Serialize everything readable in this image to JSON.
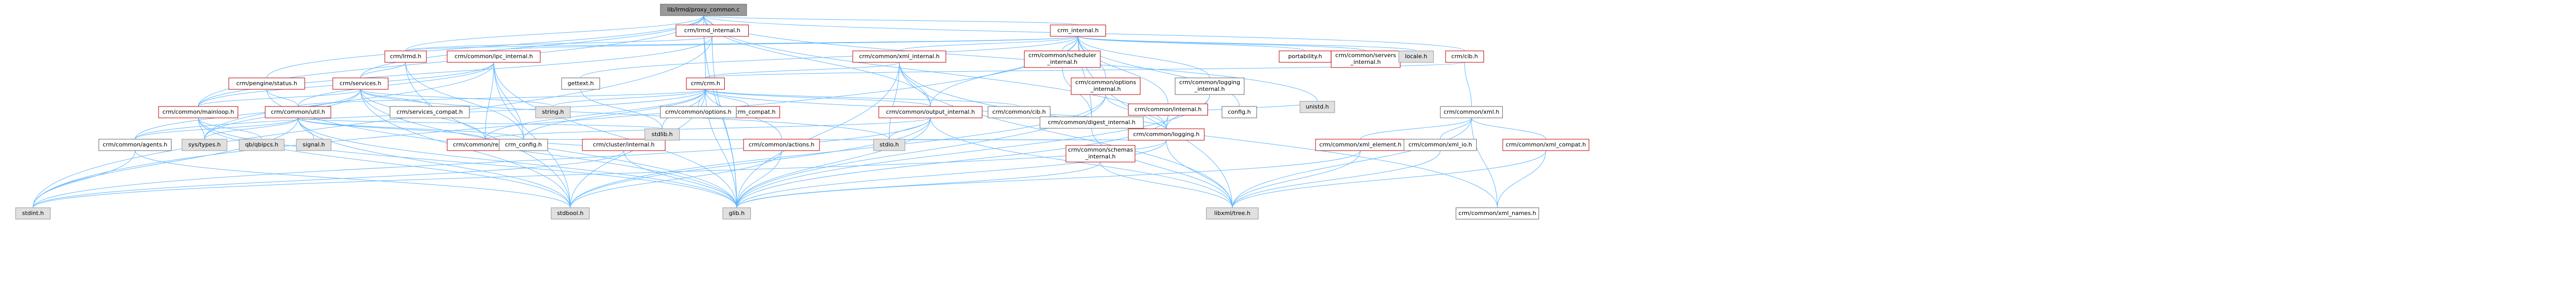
{
  "colors": {
    "edge": "#63b8ff",
    "root_fill": "#999999",
    "doc_border": "#bf0000",
    "plain_border": "#666666",
    "sys_fill": "#e0e0e0"
  },
  "nodes": [
    {
      "id": "root",
      "label": "lib/lrmd/proxy_common.c",
      "kind": "root"
    },
    {
      "id": "crm_internal",
      "label": "crm_internal.h",
      "kind": "doc"
    },
    {
      "id": "lrmd_internal",
      "label": "crm/lrmd_internal.h",
      "kind": "doc"
    },
    {
      "id": "lrmd",
      "label": "crm/lrmd.h",
      "kind": "doc"
    },
    {
      "id": "crm",
      "label": "crm/crm.h",
      "kind": "doc"
    },
    {
      "id": "cib",
      "label": "crm/cib.h",
      "kind": "doc"
    },
    {
      "id": "pengine_status",
      "label": "crm/pengine/status.h",
      "kind": "doc"
    },
    {
      "id": "services",
      "label": "crm/services.h",
      "kind": "doc"
    },
    {
      "id": "ipc_internal",
      "label": "crm/common/ipc_internal.h",
      "kind": "doc"
    },
    {
      "id": "xml_internal",
      "label": "crm/common/xml_internal.h",
      "kind": "doc"
    },
    {
      "id": "scheduler_internal",
      "label": "crm/common/scheduler\n_internal.h",
      "kind": "doc"
    },
    {
      "id": "options_internal",
      "label": "crm/common/options\n_internal.h",
      "kind": "doc"
    },
    {
      "id": "common_internal",
      "label": "crm/common/internal.h",
      "kind": "doc"
    },
    {
      "id": "portability",
      "label": "portability.h",
      "kind": "doc"
    },
    {
      "id": "servers_internal",
      "label": "crm/common/servers\n_internal.h",
      "kind": "doc"
    },
    {
      "id": "logging_internal",
      "label": "crm/common/logging\n_internal.h",
      "kind": "plain"
    },
    {
      "id": "locale",
      "label": "locale.h",
      "kind": "sys"
    },
    {
      "id": "gettext",
      "label": "gettext.h",
      "kind": "plain"
    },
    {
      "id": "mainloop",
      "label": "crm/common/mainloop.h",
      "kind": "doc"
    },
    {
      "id": "util",
      "label": "crm/common/util.h",
      "kind": "doc"
    },
    {
      "id": "services_compat",
      "label": "crm/services_compat.h",
      "kind": "plain"
    },
    {
      "id": "crm_compat",
      "label": "crm/crm_compat.h",
      "kind": "doc"
    },
    {
      "id": "output_internal",
      "label": "crm/common/output_internal.h",
      "kind": "doc"
    },
    {
      "id": "logging",
      "label": "crm/common/logging.h",
      "kind": "doc"
    },
    {
      "id": "string_h",
      "label": "string.h",
      "kind": "sys"
    },
    {
      "id": "options",
      "label": "crm/common/options.h",
      "kind": "plain"
    },
    {
      "id": "common_cib",
      "label": "crm/common/cib.h",
      "kind": "plain"
    },
    {
      "id": "digest_internal",
      "label": "crm/common/digest_internal.h",
      "kind": "plain"
    },
    {
      "id": "config",
      "label": "config.h",
      "kind": "plain"
    },
    {
      "id": "unistd",
      "label": "unistd.h",
      "kind": "sys"
    },
    {
      "id": "common_xml",
      "label": "crm/common/xml.h",
      "kind": "plain"
    },
    {
      "id": "agents",
      "label": "crm/common/agents.h",
      "kind": "plain"
    },
    {
      "id": "sys_types",
      "label": "sys/types.h",
      "kind": "sys"
    },
    {
      "id": "glib_ipcs",
      "label": "qb/qbipcs.h",
      "kind": "sys"
    },
    {
      "id": "signal",
      "label": "signal.h",
      "kind": "sys"
    },
    {
      "id": "results",
      "label": "crm/common/results.h",
      "kind": "doc"
    },
    {
      "id": "crm_config",
      "label": "crm_config.h",
      "kind": "plain"
    },
    {
      "id": "cluster_internal",
      "label": "crm/cluster/internal.h",
      "kind": "doc"
    },
    {
      "id": "actions",
      "label": "crm/common/actions.h",
      "kind": "doc"
    },
    {
      "id": "stdlib",
      "label": "stdlib.h",
      "kind": "sys"
    },
    {
      "id": "stdio",
      "label": "stdio.h",
      "kind": "sys"
    },
    {
      "id": "schemas_internal",
      "label": "crm/common/schemas\n_internal.h",
      "kind": "doc"
    },
    {
      "id": "xml_element",
      "label": "crm/common/xml_element.h",
      "kind": "doc"
    },
    {
      "id": "xml_io",
      "label": "crm/common/xml_io.h",
      "kind": "plain"
    },
    {
      "id": "xml_compat",
      "label": "crm/common/xml_compat.h",
      "kind": "doc"
    },
    {
      "id": "stdint",
      "label": "stdint.h",
      "kind": "sys"
    },
    {
      "id": "stdbool",
      "label": "stdbool.h",
      "kind": "sys"
    },
    {
      "id": "glib",
      "label": "glib.h",
      "kind": "sys"
    },
    {
      "id": "libxml_tree",
      "label": "libxml/tree.h",
      "kind": "sys"
    },
    {
      "id": "xml_names",
      "label": "crm/common/xml_names.h",
      "kind": "plain"
    }
  ],
  "edges": [
    [
      "root",
      "crm_internal"
    ],
    [
      "root",
      "lrmd_internal"
    ],
    [
      "root",
      "lrmd"
    ],
    [
      "root",
      "crm"
    ],
    [
      "root",
      "cib"
    ],
    [
      "root",
      "services"
    ],
    [
      "root",
      "pengine_status"
    ],
    [
      "root",
      "mainloop"
    ],
    [
      "root",
      "glib"
    ],
    [
      "root",
      "output_internal"
    ],
    [
      "root",
      "unistd"
    ],
    [
      "root",
      "logging"
    ],
    [
      "crm_internal",
      "config"
    ],
    [
      "crm_internal",
      "portability"
    ],
    [
      "crm_internal",
      "servers_internal"
    ],
    [
      "crm_internal",
      "logging_internal"
    ],
    [
      "crm_internal",
      "locale"
    ],
    [
      "crm_internal",
      "gettext"
    ],
    [
      "crm_internal",
      "ipc_internal"
    ],
    [
      "crm_internal",
      "xml_internal"
    ],
    [
      "crm_internal",
      "scheduler_internal"
    ],
    [
      "crm_internal",
      "options_internal"
    ],
    [
      "crm_internal",
      "common_internal"
    ],
    [
      "crm_internal",
      "output_internal"
    ],
    [
      "crm_internal",
      "digest_internal"
    ],
    [
      "crm_internal",
      "lrmd"
    ],
    [
      "crm_internal",
      "libxml_tree"
    ],
    [
      "crm_internal",
      "stdint"
    ],
    [
      "lrmd_internal",
      "lrmd"
    ],
    [
      "lrmd_internal",
      "glib"
    ],
    [
      "lrmd_internal",
      "mainloop"
    ],
    [
      "lrmd_internal",
      "stdint"
    ],
    [
      "lrmd",
      "services"
    ],
    [
      "lrmd",
      "crm_config"
    ],
    [
      "lrmd",
      "stdbool"
    ],
    [
      "crm",
      "crm_config"
    ],
    [
      "crm",
      "stdlib"
    ],
    [
      "crm",
      "glib"
    ],
    [
      "crm",
      "stdbool"
    ],
    [
      "crm",
      "string_h"
    ],
    [
      "crm",
      "options"
    ],
    [
      "crm",
      "common_cib"
    ],
    [
      "crm",
      "output_internal"
    ],
    [
      "crm",
      "results"
    ],
    [
      "crm",
      "logging"
    ],
    [
      "crm",
      "crm_compat"
    ],
    [
      "crm",
      "actions"
    ],
    [
      "crm",
      "agents"
    ],
    [
      "crm",
      "util"
    ],
    [
      "cib",
      "common_xml"
    ],
    [
      "cib",
      "crm"
    ],
    [
      "pengine_status",
      "util"
    ],
    [
      "pengine_status",
      "glib"
    ],
    [
      "services",
      "glib"
    ],
    [
      "services",
      "stdio"
    ],
    [
      "services",
      "string_h"
    ],
    [
      "services",
      "stdbool"
    ],
    [
      "services",
      "sys_types"
    ],
    [
      "services",
      "services_compat"
    ],
    [
      "services",
      "mainloop"
    ],
    [
      "services",
      "agents"
    ],
    [
      "services",
      "results"
    ],
    [
      "ipc_internal",
      "mainloop"
    ],
    [
      "ipc_internal",
      "glib"
    ],
    [
      "ipc_internal",
      "sys_types"
    ],
    [
      "ipc_internal",
      "crm_config"
    ],
    [
      "ipc_internal",
      "stdbool"
    ],
    [
      "ipc_internal",
      "util"
    ],
    [
      "ipc_internal",
      "results"
    ],
    [
      "xml_internal",
      "output_internal"
    ],
    [
      "xml_internal",
      "stdio"
    ],
    [
      "xml_internal",
      "crm"
    ],
    [
      "xml_internal",
      "glib"
    ],
    [
      "xml_internal",
      "libxml_tree"
    ],
    [
      "xml_internal",
      "xml_names"
    ],
    [
      "scheduler_internal",
      "digest_internal"
    ],
    [
      "options_internal",
      "glib"
    ],
    [
      "options_internal",
      "stdbool"
    ],
    [
      "options_internal",
      "logging"
    ],
    [
      "common_internal",
      "logging"
    ],
    [
      "common_internal",
      "unistd"
    ],
    [
      "common_internal",
      "glib"
    ],
    [
      "logging_internal",
      "logging"
    ],
    [
      "logging_internal",
      "glib"
    ],
    [
      "gettext",
      "stdlib"
    ],
    [
      "mainloop",
      "sys_types"
    ],
    [
      "mainloop",
      "glib_ipcs"
    ],
    [
      "mainloop",
      "glib"
    ],
    [
      "mainloop",
      "stdbool"
    ],
    [
      "util",
      "sys_types"
    ],
    [
      "util",
      "stdlib"
    ],
    [
      "util",
      "stdbool"
    ],
    [
      "util",
      "stdint"
    ],
    [
      "util",
      "signal"
    ],
    [
      "util",
      "glib"
    ],
    [
      "util",
      "results"
    ],
    [
      "util",
      "crm_config"
    ],
    [
      "util",
      "agents"
    ],
    [
      "output_internal",
      "stdio"
    ],
    [
      "output_internal",
      "libxml_tree"
    ],
    [
      "output_internal",
      "glib"
    ],
    [
      "output_internal",
      "results"
    ],
    [
      "output_internal",
      "stdbool"
    ],
    [
      "output_internal",
      "stdint"
    ],
    [
      "logging",
      "stdio"
    ],
    [
      "logging",
      "glib"
    ],
    [
      "logging",
      "stdint"
    ],
    [
      "logging",
      "libxml_tree"
    ],
    [
      "logging",
      "results"
    ],
    [
      "common_xml",
      "xml_io"
    ],
    [
      "common_xml",
      "xml_element"
    ],
    [
      "common_xml",
      "xml_compat"
    ],
    [
      "common_xml",
      "xml_names"
    ],
    [
      "common_xml",
      "libxml_tree"
    ],
    [
      "cluster_internal",
      "glib"
    ],
    [
      "cluster_internal",
      "stdint"
    ],
    [
      "cluster_internal",
      "crm_config"
    ],
    [
      "actions",
      "glib"
    ],
    [
      "actions",
      "stdbool"
    ],
    [
      "schemas_internal",
      "glib"
    ],
    [
      "schemas_internal",
      "libxml_tree"
    ],
    [
      "xml_element",
      "glib"
    ],
    [
      "xml_element",
      "libxml_tree"
    ],
    [
      "xml_io",
      "libxml_tree"
    ],
    [
      "xml_compat",
      "xml_names"
    ],
    [
      "xml_compat",
      "libxml_tree"
    ],
    [
      "agents",
      "stdint"
    ],
    [
      "agents",
      "stdbool"
    ],
    [
      "digest_internal",
      "libxml_tree"
    ]
  ]
}
